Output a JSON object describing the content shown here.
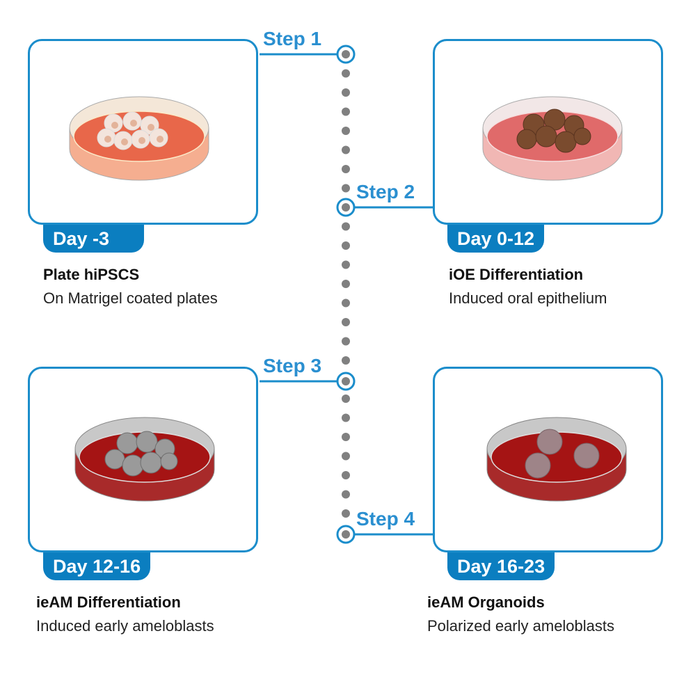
{
  "colors": {
    "accent": "#1b8dcb",
    "badge": "#0b7ec0",
    "dots": "#808080"
  },
  "steps": [
    {
      "label": "Step 1",
      "day": "Day -3",
      "title": "Plate hiPSCS",
      "subtitle": "On Matrigel coated plates"
    },
    {
      "label": "Step 2",
      "day": "Day 0-12",
      "title": "iOE Differentiation",
      "subtitle": "Induced oral epithelium"
    },
    {
      "label": "Step 3",
      "day": "Day 12-16",
      "title": "ieAM Differentiation",
      "subtitle": "Induced early ameloblasts"
    },
    {
      "label": "Step 4",
      "day": "Day 16-23",
      "title": "ieAM Organoids",
      "subtitle": "Polarized early ameloblasts"
    }
  ]
}
